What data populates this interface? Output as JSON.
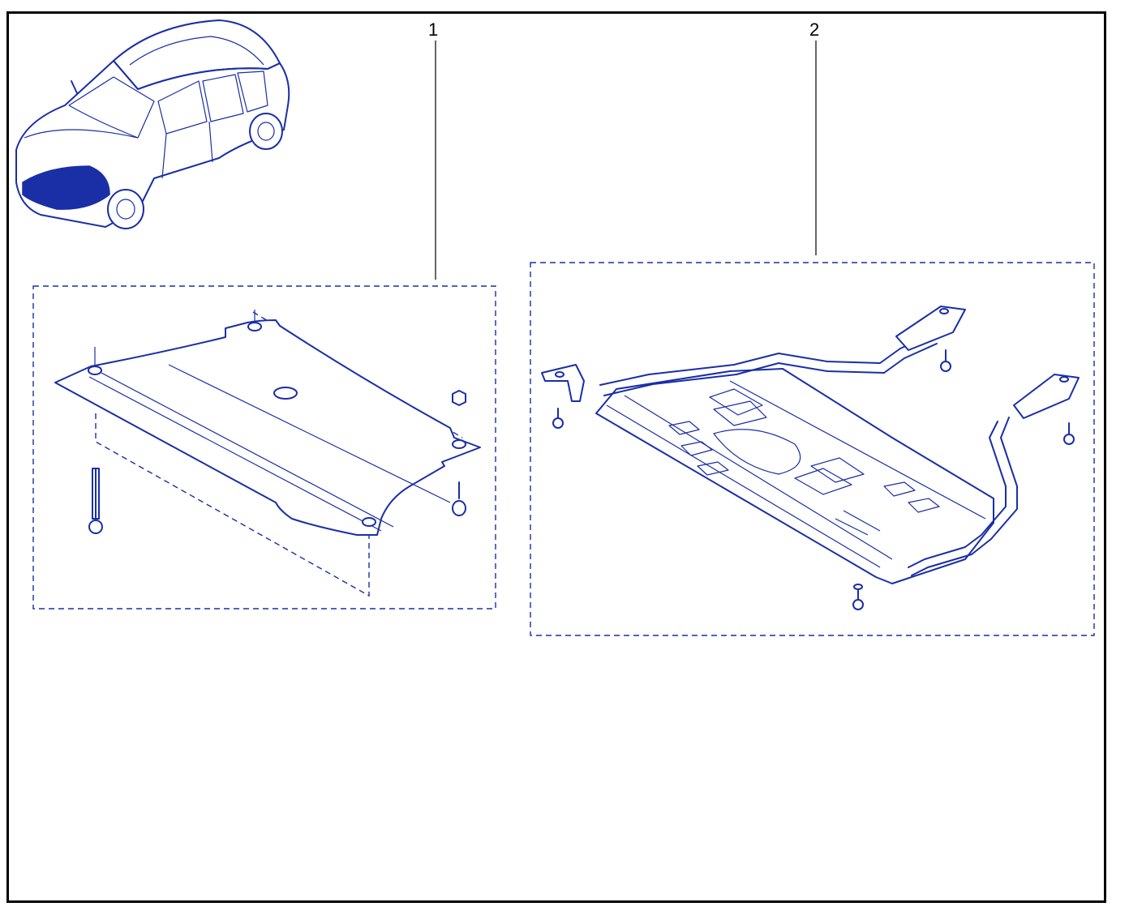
{
  "callouts": [
    {
      "number": "1",
      "part": "engine-skid-plate"
    },
    {
      "number": "2",
      "part": "underbody-protection-frame"
    }
  ],
  "colors": {
    "line": "#1a2ea6",
    "frame": "#000000",
    "background": "#ffffff"
  },
  "vehicle_icon": "suv-front-underbody-highlight-icon"
}
